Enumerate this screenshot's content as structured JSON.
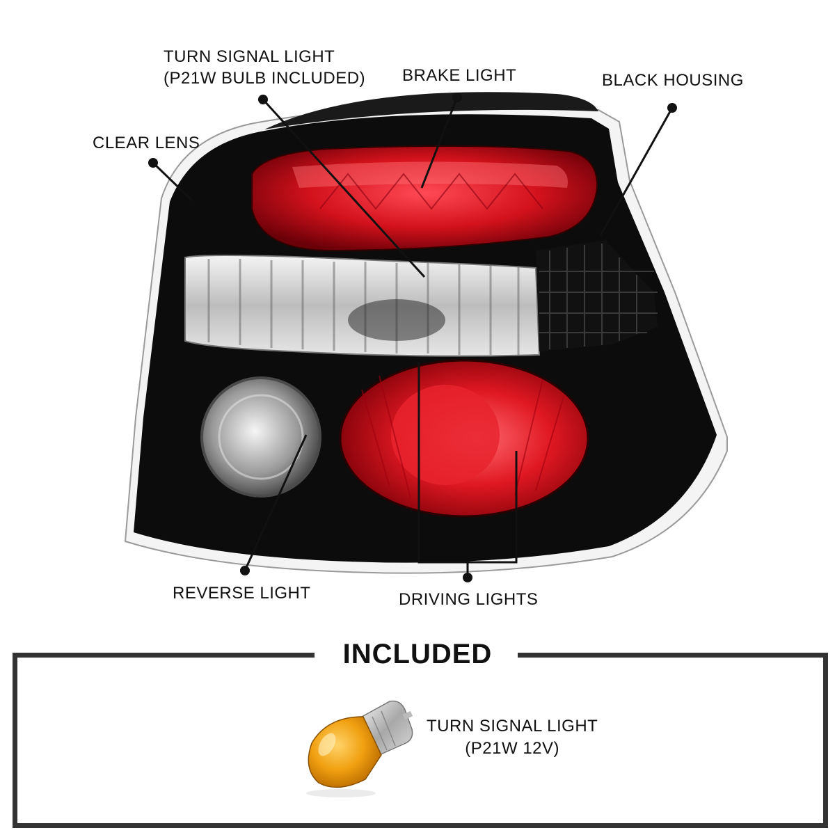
{
  "callouts": {
    "turn_signal": [
      "TURN SIGNAL LIGHT",
      "(P21W BULB INCLUDED)"
    ],
    "brake": "BRAKE LIGHT",
    "housing": "BLACK HOUSING",
    "clear_lens": "CLEAR LENS",
    "reverse": "REVERSE LIGHT",
    "driving": "DRIVING LIGHTS"
  },
  "included": {
    "title": "INCLUDED",
    "item": [
      "TURN SIGNAL LIGHT",
      "(P21W 12V)"
    ]
  },
  "colors": {
    "housing": "#0c0c0c",
    "red_lens": "#d3121c",
    "clear_lens": "#e8e8e8",
    "bulb_amber": "#f0a010",
    "frame": "#333333"
  }
}
